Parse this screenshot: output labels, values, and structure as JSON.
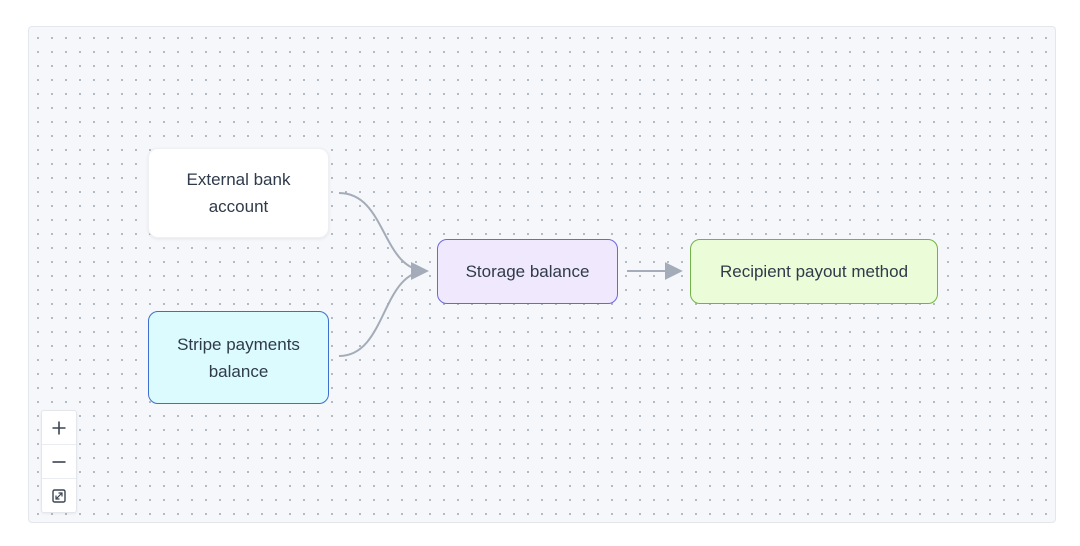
{
  "diagram": {
    "nodes": {
      "external_bank": {
        "label": "External bank\naccount"
      },
      "stripe_payments": {
        "label": "Stripe payments\nbalance"
      },
      "storage_balance": {
        "label": "Storage balance"
      },
      "recipient_payout": {
        "label": "Recipient payout method"
      }
    },
    "edges": [
      {
        "from": "External bank account",
        "to": "Storage balance"
      },
      {
        "from": "Stripe payments balance",
        "to": "Storage balance"
      },
      {
        "from": "Storage balance",
        "to": "Recipient payout method"
      }
    ]
  },
  "controls": {
    "zoom_in_icon": "plus-icon",
    "zoom_out_icon": "minus-icon",
    "fit_view_icon": "fit-view-icon"
  },
  "colors": {
    "edge": "#a3acb8",
    "storage_border": "#6e66d8",
    "stripe_border": "#3d6fd0",
    "recipient_border": "#73b24a"
  }
}
